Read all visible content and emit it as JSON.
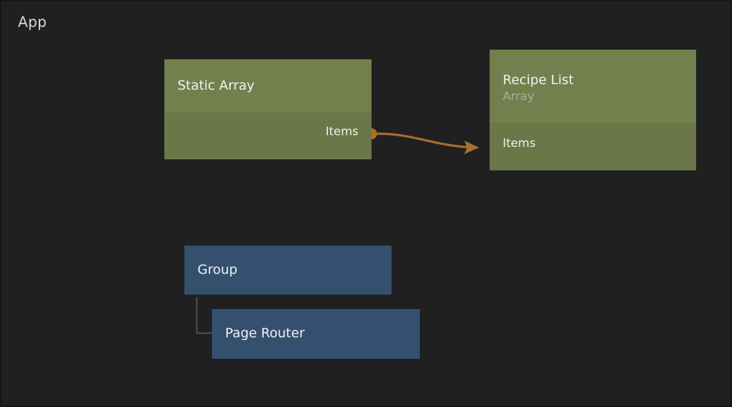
{
  "canvas": {
    "title": "App",
    "background_color": "#202021",
    "frame_color": "#161616"
  },
  "nodes": [
    {
      "id": "static-array",
      "title": "Static Array",
      "subtitle": "",
      "color": "#72804d",
      "body_color": "#6b7749",
      "ports_out": [
        "Items"
      ],
      "ports_in": []
    },
    {
      "id": "recipe-list",
      "title": "Recipe List",
      "subtitle": "Array",
      "color": "#72804d",
      "body_color": "#6b7749",
      "ports_out": [],
      "ports_in": [
        "Items"
      ]
    },
    {
      "id": "group",
      "title": "Group",
      "subtitle": "",
      "color": "#35506f",
      "body_color": "#35506f",
      "ports_out": [],
      "ports_in": []
    },
    {
      "id": "page-router",
      "title": "Page Router",
      "subtitle": "",
      "color": "#35506f",
      "body_color": "#35506f",
      "ports_out": [],
      "ports_in": []
    }
  ],
  "connections": [
    {
      "id": "static-array-items-to-recipe-list-items",
      "from_node": "static-array",
      "from_port": "Items",
      "to_node": "recipe-list",
      "to_port": "Items",
      "color": "#a9702a",
      "style": "bezier-arrow"
    },
    {
      "id": "group-to-page-router",
      "from_node": "group",
      "to_node": "page-router",
      "color": "#4a4a4a",
      "style": "elbow"
    }
  ]
}
